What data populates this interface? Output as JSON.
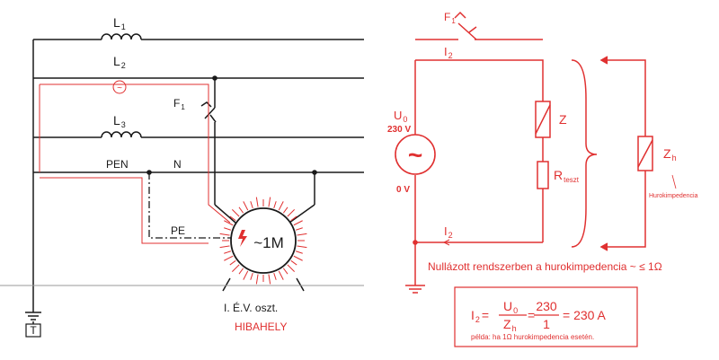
{
  "colors": {
    "black": "#1a1a1a",
    "red": "#e03030",
    "ground_line": "#9a9a9a"
  },
  "left": {
    "lines": {
      "l1": {
        "letter": "L",
        "sub": "1"
      },
      "l2": {
        "letter": "L",
        "sub": "2"
      },
      "l3": {
        "letter": "L",
        "sub": "3"
      },
      "pen": "PEN",
      "n": "N",
      "pe": "PE"
    },
    "fuse": {
      "letter": "F",
      "sub": "1"
    },
    "ground_box": "T",
    "motor": {
      "label": "~1M"
    },
    "class_text": "I. É.V. oszt.",
    "fault_text": "HIBAHELY"
  },
  "right": {
    "fuse": {
      "letter": "F",
      "sub": "1"
    },
    "current_top": {
      "letter": "I",
      "sub": "2"
    },
    "current_bottom": {
      "letter": "I",
      "sub": "2"
    },
    "source": {
      "letter": "U",
      "sub": "0",
      "voltage_top": "230 V",
      "voltage_bottom": "0 V",
      "symbol": "~"
    },
    "z": "Z",
    "rtest": {
      "letter": "R",
      "sub": "teszt"
    },
    "zh": {
      "letter": "Z",
      "sub": "h",
      "caption": "Hurokimpedencia"
    },
    "note": "Nullázott rendszerben a hurokimpedencia ~ ≤ 1Ω",
    "formula": {
      "lhs_letter": "I",
      "lhs_sub": "2",
      "num_letter": "U",
      "num_sub": "0",
      "den_letter": "Z",
      "den_sub": "h",
      "num2": "230",
      "den2": "1",
      "result": "= 230 A",
      "example": "példa: ha 1Ω hurokimpedencia esetén."
    }
  }
}
